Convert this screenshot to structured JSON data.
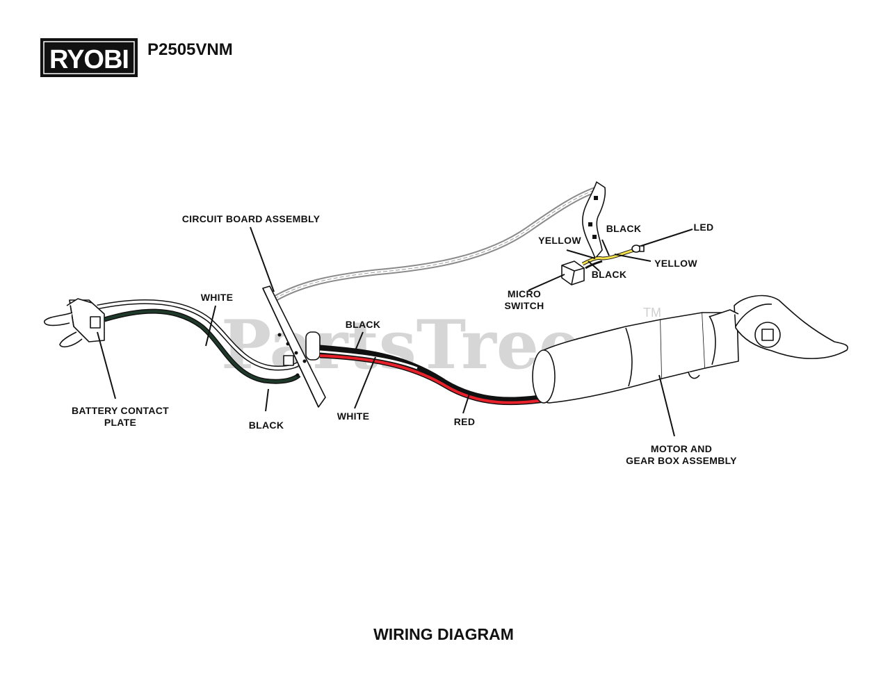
{
  "brand": {
    "logo_text": "RYOBI",
    "model": "P2505VNM"
  },
  "watermark": {
    "text": "PartsTree",
    "tm": "TM"
  },
  "title": "WIRING DIAGRAM",
  "labels": {
    "circuit_board": "CIRCUIT BOARD ASSEMBLY",
    "white_left": "WHITE",
    "black_top": "BLACK",
    "black_led": "BLACK",
    "led": "LED",
    "yellow_left": "YELLOW",
    "yellow_right": "YELLOW",
    "black_switch": "BLACK",
    "micro_switch_1": "MICRO",
    "micro_switch_2": "SWITCH",
    "battery_1": "BATTERY CONTACT",
    "battery_2": "PLATE",
    "black_bottom": "BLACK",
    "white_bottom": "WHITE",
    "red": "RED",
    "motor_1": "MOTOR AND",
    "motor_2": "GEAR BOX ASSEMBLY"
  },
  "colors": {
    "wire_red": "#e8202a",
    "wire_black": "#1a1a1a",
    "wire_dark_green": "#1f3a2a",
    "wire_white": "#ffffff",
    "wire_yellow": "#f4e04a",
    "wire_gray_bundle": "#8a8a8a",
    "logo_bg": "#111111"
  }
}
